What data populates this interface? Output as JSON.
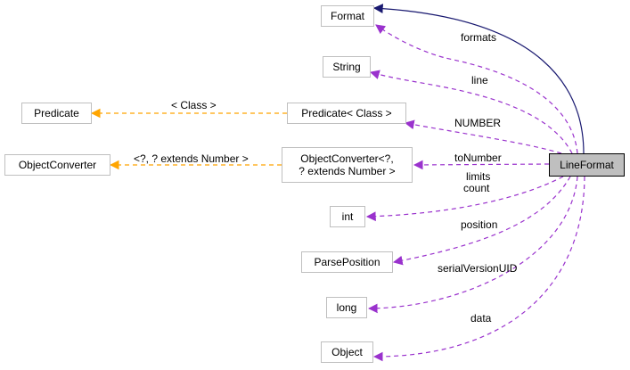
{
  "nodes": {
    "format": "Format",
    "string": "String",
    "predicate_class": "Predicate< Class >",
    "predicate": "Predicate",
    "objconv_gen_line1": "ObjectConverter<?,",
    "objconv_gen_line2": "? extends Number >",
    "objconv": "ObjectConverter",
    "int": "int",
    "parse_position": "ParsePosition",
    "long": "long",
    "object": "Object",
    "line_format": "LineFormat"
  },
  "edges": {
    "formats": "formats",
    "line": "line",
    "class_param": "< Class >",
    "number": "NUMBER",
    "number_param": "<?, ? extends Number >",
    "to_number": "toNumber",
    "limits": "limits",
    "count": "count",
    "position": "position",
    "serial": "serialVersionUID",
    "data": "data"
  },
  "colors": {
    "inheritance": "#191970",
    "usage": "#9a32cd",
    "template": "#ffa500",
    "node_border": "#bfbfbf",
    "main_fill": "#bfbfbf"
  }
}
